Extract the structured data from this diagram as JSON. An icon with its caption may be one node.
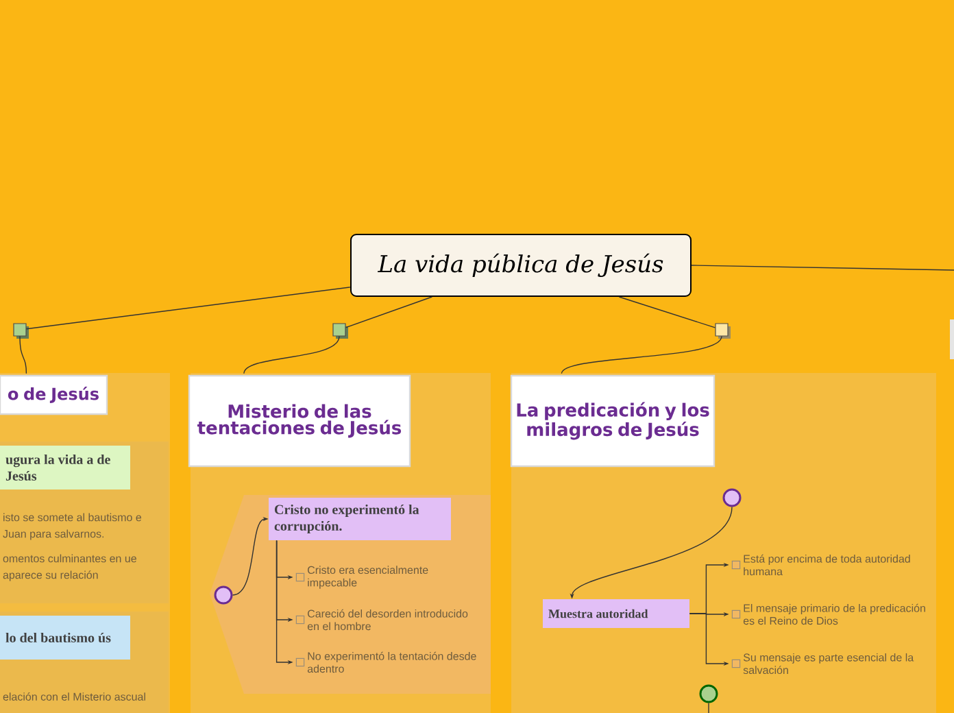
{
  "diagram": {
    "nodes": [
      {
        "text": [
          "La vida pública de Jesús"
        ]
      },
      {
        "text": [],
        "shape": "box"
      },
      {
        "text": [],
        "shape": "box"
      },
      {
        "text": [],
        "shape": "box"
      },
      {
        "text": [],
        "shape": "box"
      },
      {
        "text": [
          "o de Jesús"
        ],
        "in": 4
      },
      {
        "text": [],
        "shape": "box",
        "in": 4
      },
      {
        "text": [
          "ugura la vida a de Jesús"
        ],
        "in": 6
      },
      {
        "text": [
          "isto se somete al bautismo e Juan para salvarnos."
        ],
        "in": 6
      },
      {
        "text": [
          "omentos culminantes en ue aparece su relación"
        ],
        "in": 6
      },
      {
        "text": [],
        "shape": "box",
        "in": 4
      },
      {
        "text": [
          "lo del bautismo ús"
        ],
        "in": 10
      },
      {
        "text": [
          "elación con el Misterio ascual"
        ],
        "in": 10
      },
      {
        "text": [],
        "shape": "box"
      },
      {
        "text": [
          "Misterio de las tentaciones de Jesús"
        ],
        "in": 13
      },
      {
        "text": [],
        "shape": "box",
        "in": 13
      },
      {
        "text": [],
        "shape": "circle",
        "in": 15
      },
      {
        "text": [
          "Cristo no experimentó la corrupción."
        ],
        "in": 15
      },
      {
        "text": [
          "Cristo era esencialmente impecable"
        ],
        "in": 15
      },
      {
        "text": [
          "Careció del desorden introducido en el hombre"
        ],
        "in": 15
      },
      {
        "text": [
          "No experimentó la tentación desde adentro"
        ],
        "in": 15
      },
      {
        "text": [],
        "shape": "box"
      },
      {
        "text": [
          "La predicación y los milagros de Jesús"
        ],
        "in": 21
      },
      {
        "text": [],
        "shape": "circle",
        "in": 21
      },
      {
        "text": [
          "Muestra autoridad"
        ],
        "in": 21
      },
      {
        "text": [
          "Está por encima de toda autoridad humana"
        ],
        "in": 21
      },
      {
        "text": [
          "El mensaje primario de la predicación es el Reino de Dios"
        ],
        "in": 21
      },
      {
        "text": [
          "Su mensaje es parte esencial de la salvación"
        ],
        "in": 21
      },
      {
        "text": [],
        "shape": "circle",
        "in": 21
      }
    ],
    "edges": [
      {
        "from": 0,
        "to": 1,
        "arrow": "none"
      },
      {
        "from": 0,
        "to": 2,
        "arrow": "none"
      },
      {
        "from": 0,
        "to": 3,
        "arrow": "none"
      },
      {
        "from": 0,
        "to": null,
        "arrow": "none"
      },
      {
        "from": 1,
        "to": 5,
        "arrow": "none"
      },
      {
        "from": 2,
        "to": 14,
        "arrow": "none"
      },
      {
        "from": 3,
        "to": 22,
        "arrow": "none"
      },
      {
        "from": 16,
        "to": 17,
        "arrow": "to"
      },
      {
        "from": 17,
        "to": 18,
        "arrow": "to"
      },
      {
        "from": 17,
        "to": 19,
        "arrow": "to"
      },
      {
        "from": 17,
        "to": 20,
        "arrow": "to"
      },
      {
        "from": 23,
        "to": 24,
        "arrow": "to"
      },
      {
        "from": 24,
        "to": 25,
        "arrow": "to"
      },
      {
        "from": 24,
        "to": 26,
        "arrow": "to"
      },
      {
        "from": 24,
        "to": 27,
        "arrow": "to"
      },
      {
        "from": 28,
        "to": null,
        "arrow": "none"
      }
    ]
  }
}
